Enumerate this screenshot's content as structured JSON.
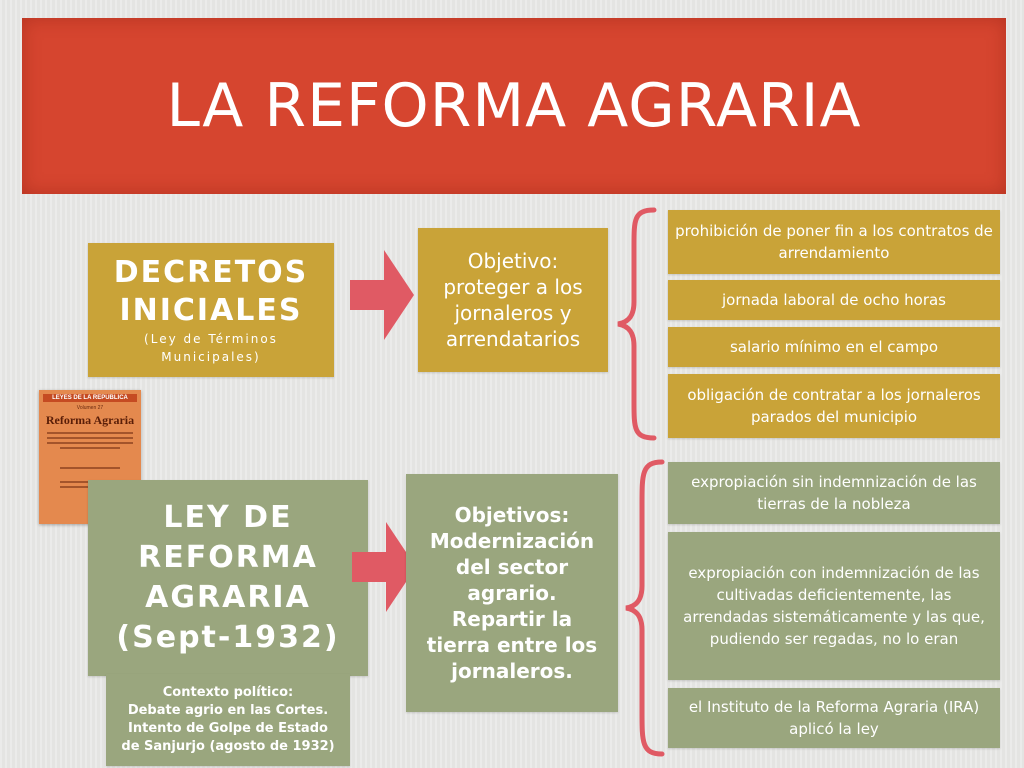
{
  "title": "LA REFORMA AGRARIA",
  "decretos": {
    "title_line1": "DECRETOS",
    "title_line2": "INICIALES",
    "sub_line1": "(Ley de Términos",
    "sub_line2": "Municipales)"
  },
  "objetivo1": {
    "line1": "Objetivo:",
    "line2": "proteger a los",
    "line3": "jornaleros y",
    "line4": "arrendatarios"
  },
  "measures1": [
    "prohibición de poner fin a los contratos de arrendamiento",
    "jornada laboral de ocho horas",
    "salario mínimo en el campo",
    "obligación de contratar a los jornaleros parados del municipio"
  ],
  "poster": {
    "header": "LEYES DE LA REPUBLICA",
    "volume": "Volumen 27",
    "title": "Reforma Agraria"
  },
  "ley": {
    "line1": "LEY DE",
    "line2": "REFORMA",
    "line3": "AGRARIA",
    "line4": "(Sept-1932)"
  },
  "contexto": {
    "line1": "Contexto político:",
    "line2": "Debate agrio en las Cortes.",
    "line3": "Intento de Golpe de Estado",
    "line4": "de Sanjurjo (agosto de 1932)"
  },
  "objetivos2": {
    "line1": "Objetivos:",
    "line2": "Modernización",
    "line3": "del sector",
    "line4": "agrario.",
    "line5": "Repartir la",
    "line6": "tierra entre los",
    "line7": "jornaleros."
  },
  "measures2": [
    "expropiación sin indemnización de las tierras de la nobleza",
    "expropiación con indemnización de las cultivadas deficientemente, las arrendadas sistemáticamente y las que, pudiendo ser regadas, no lo eran",
    "el Instituto de la Reforma Agraria (IRA) aplicó la ley"
  ],
  "colors": {
    "banner": "#d6452f",
    "gold": "#c9a338",
    "green": "#9aa67e",
    "arrow": "#e05a64",
    "text": "#ffffff"
  }
}
